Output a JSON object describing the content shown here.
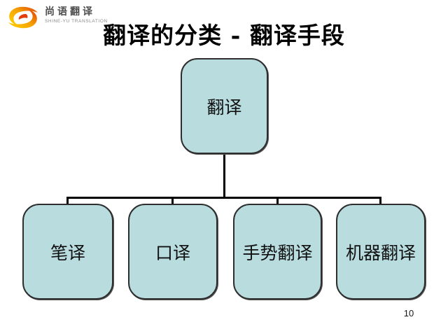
{
  "logo": {
    "brand_cn": "尚语翻译",
    "brand_en": "SHINE-YU TRANSLATION"
  },
  "title": "翻译的分类 - 翻译手段",
  "page_number": "10",
  "colors": {
    "box_fill": "#b9dcdf",
    "box_border": "#2e2e2e",
    "connector": "#000000",
    "title_text": "#000000",
    "logo_orange": "#f5a200",
    "logo_yellow": "#ffd400",
    "logo_red": "#e23d0a"
  },
  "diagram": {
    "type": "org-chart",
    "root": {
      "label": "翻译"
    },
    "children": [
      {
        "label": "笔译"
      },
      {
        "label": "口译"
      },
      {
        "label": "手势翻译"
      },
      {
        "label": "机器翻译"
      }
    ]
  }
}
